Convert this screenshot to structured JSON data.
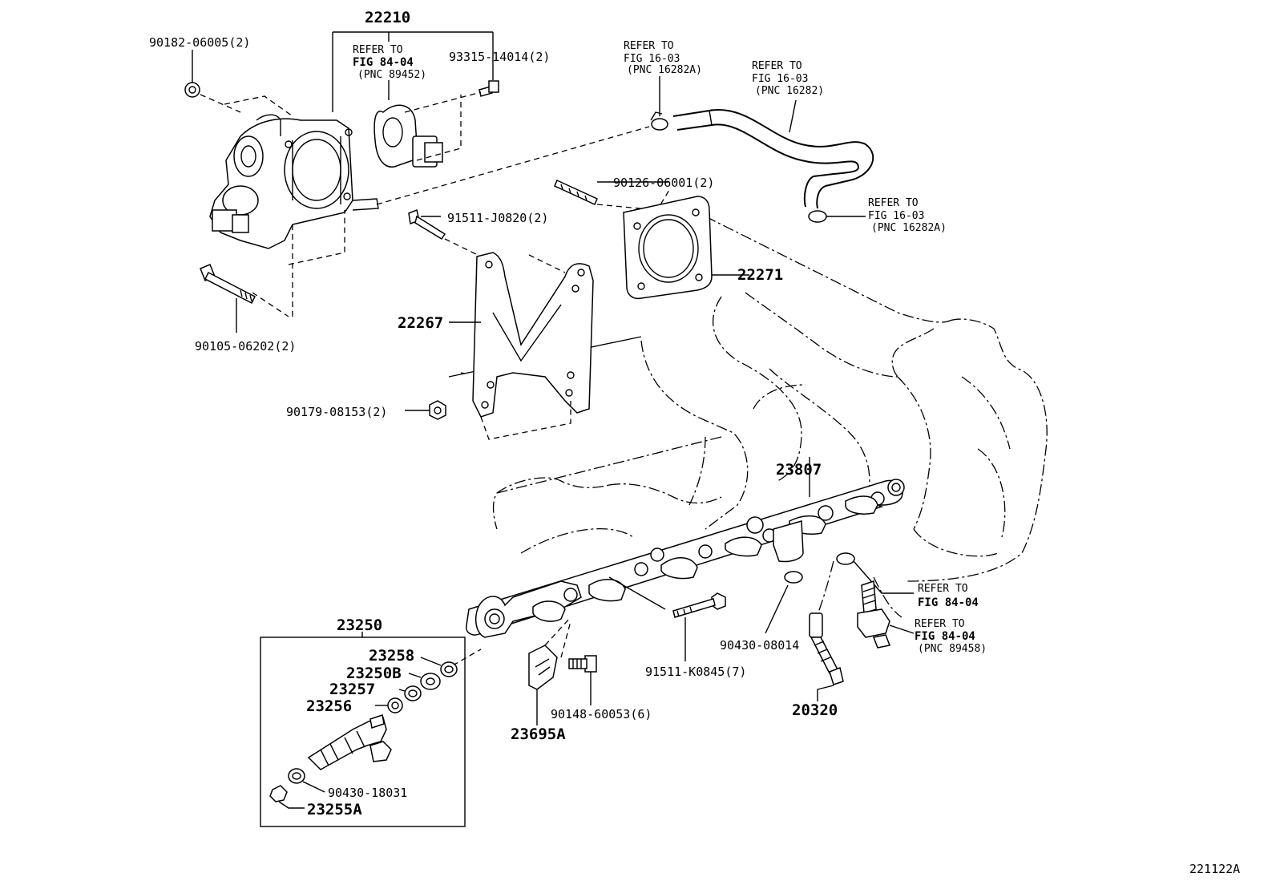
{
  "diagram_id": "221122A",
  "refs": {
    "throttle_sensor": [
      "REFER TO",
      "FIG 84-04",
      "(PNC 89452)"
    ],
    "hose_clamp_top": [
      "REFER TO",
      "FIG 16-03",
      "(PNC 16282A)"
    ],
    "hose": [
      "REFER TO",
      "FIG 16-03",
      "(PNC 16282)"
    ],
    "hose_clamp_bottom": [
      "REFER TO",
      "FIG 16-03",
      "(PNC 16282A)"
    ],
    "sensor_right_a": [
      "REFER TO",
      "FIG 84-04"
    ],
    "sensor_right_b": [
      "REFER TO",
      "FIG 84-04",
      "(PNC 89458)"
    ]
  },
  "parts": {
    "p22210": "22210",
    "p90182": "90182-06005(2)",
    "p93315": "93315-14014(2)",
    "p90126": "90126-06001(2)",
    "p91511j": "91511-J0820(2)",
    "p22271": "22271",
    "p22267": "22267",
    "p90105": "90105-06202(2)",
    "p90179": "90179-08153(2)",
    "p23807": "23807",
    "p23250": "23250",
    "p23258": "23258",
    "p23250b": "23250B",
    "p23257": "23257",
    "p23256": "23256",
    "p90430_18": "90430-18031",
    "p23255a": "23255A",
    "p23695a": "23695A",
    "p90148": "90148-60053(6)",
    "p91511k": "91511-K0845(7)",
    "p90430_08": "90430-08014",
    "p20320": "20320"
  }
}
